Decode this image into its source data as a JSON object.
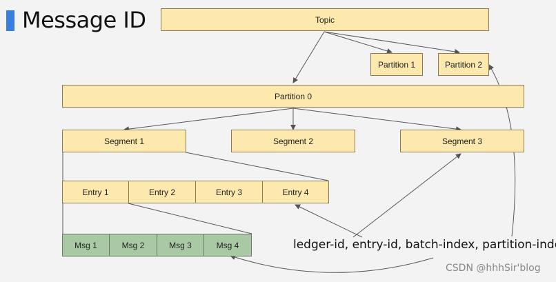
{
  "title": "Message ID",
  "topic": "Topic",
  "partitions": [
    "Partition 0",
    "Partition 1",
    "Partition 2"
  ],
  "segments": [
    "Segment 1",
    "Segment 2",
    "Segment 3"
  ],
  "entries": [
    "Entry 1",
    "Entry 2",
    "Entry 3",
    "Entry 4"
  ],
  "messages": [
    "Msg 1",
    "Msg 2",
    "Msg 3",
    "Msg 4"
  ],
  "message_id_fields": "ledger-id, entry-id, batch-index, partition-index",
  "watermark": "CSDN @hhhSir'blog",
  "colors": {
    "box_fill": "#fde8ad",
    "msg_fill": "#a9c8a4",
    "accent": "#3a7fe0"
  }
}
